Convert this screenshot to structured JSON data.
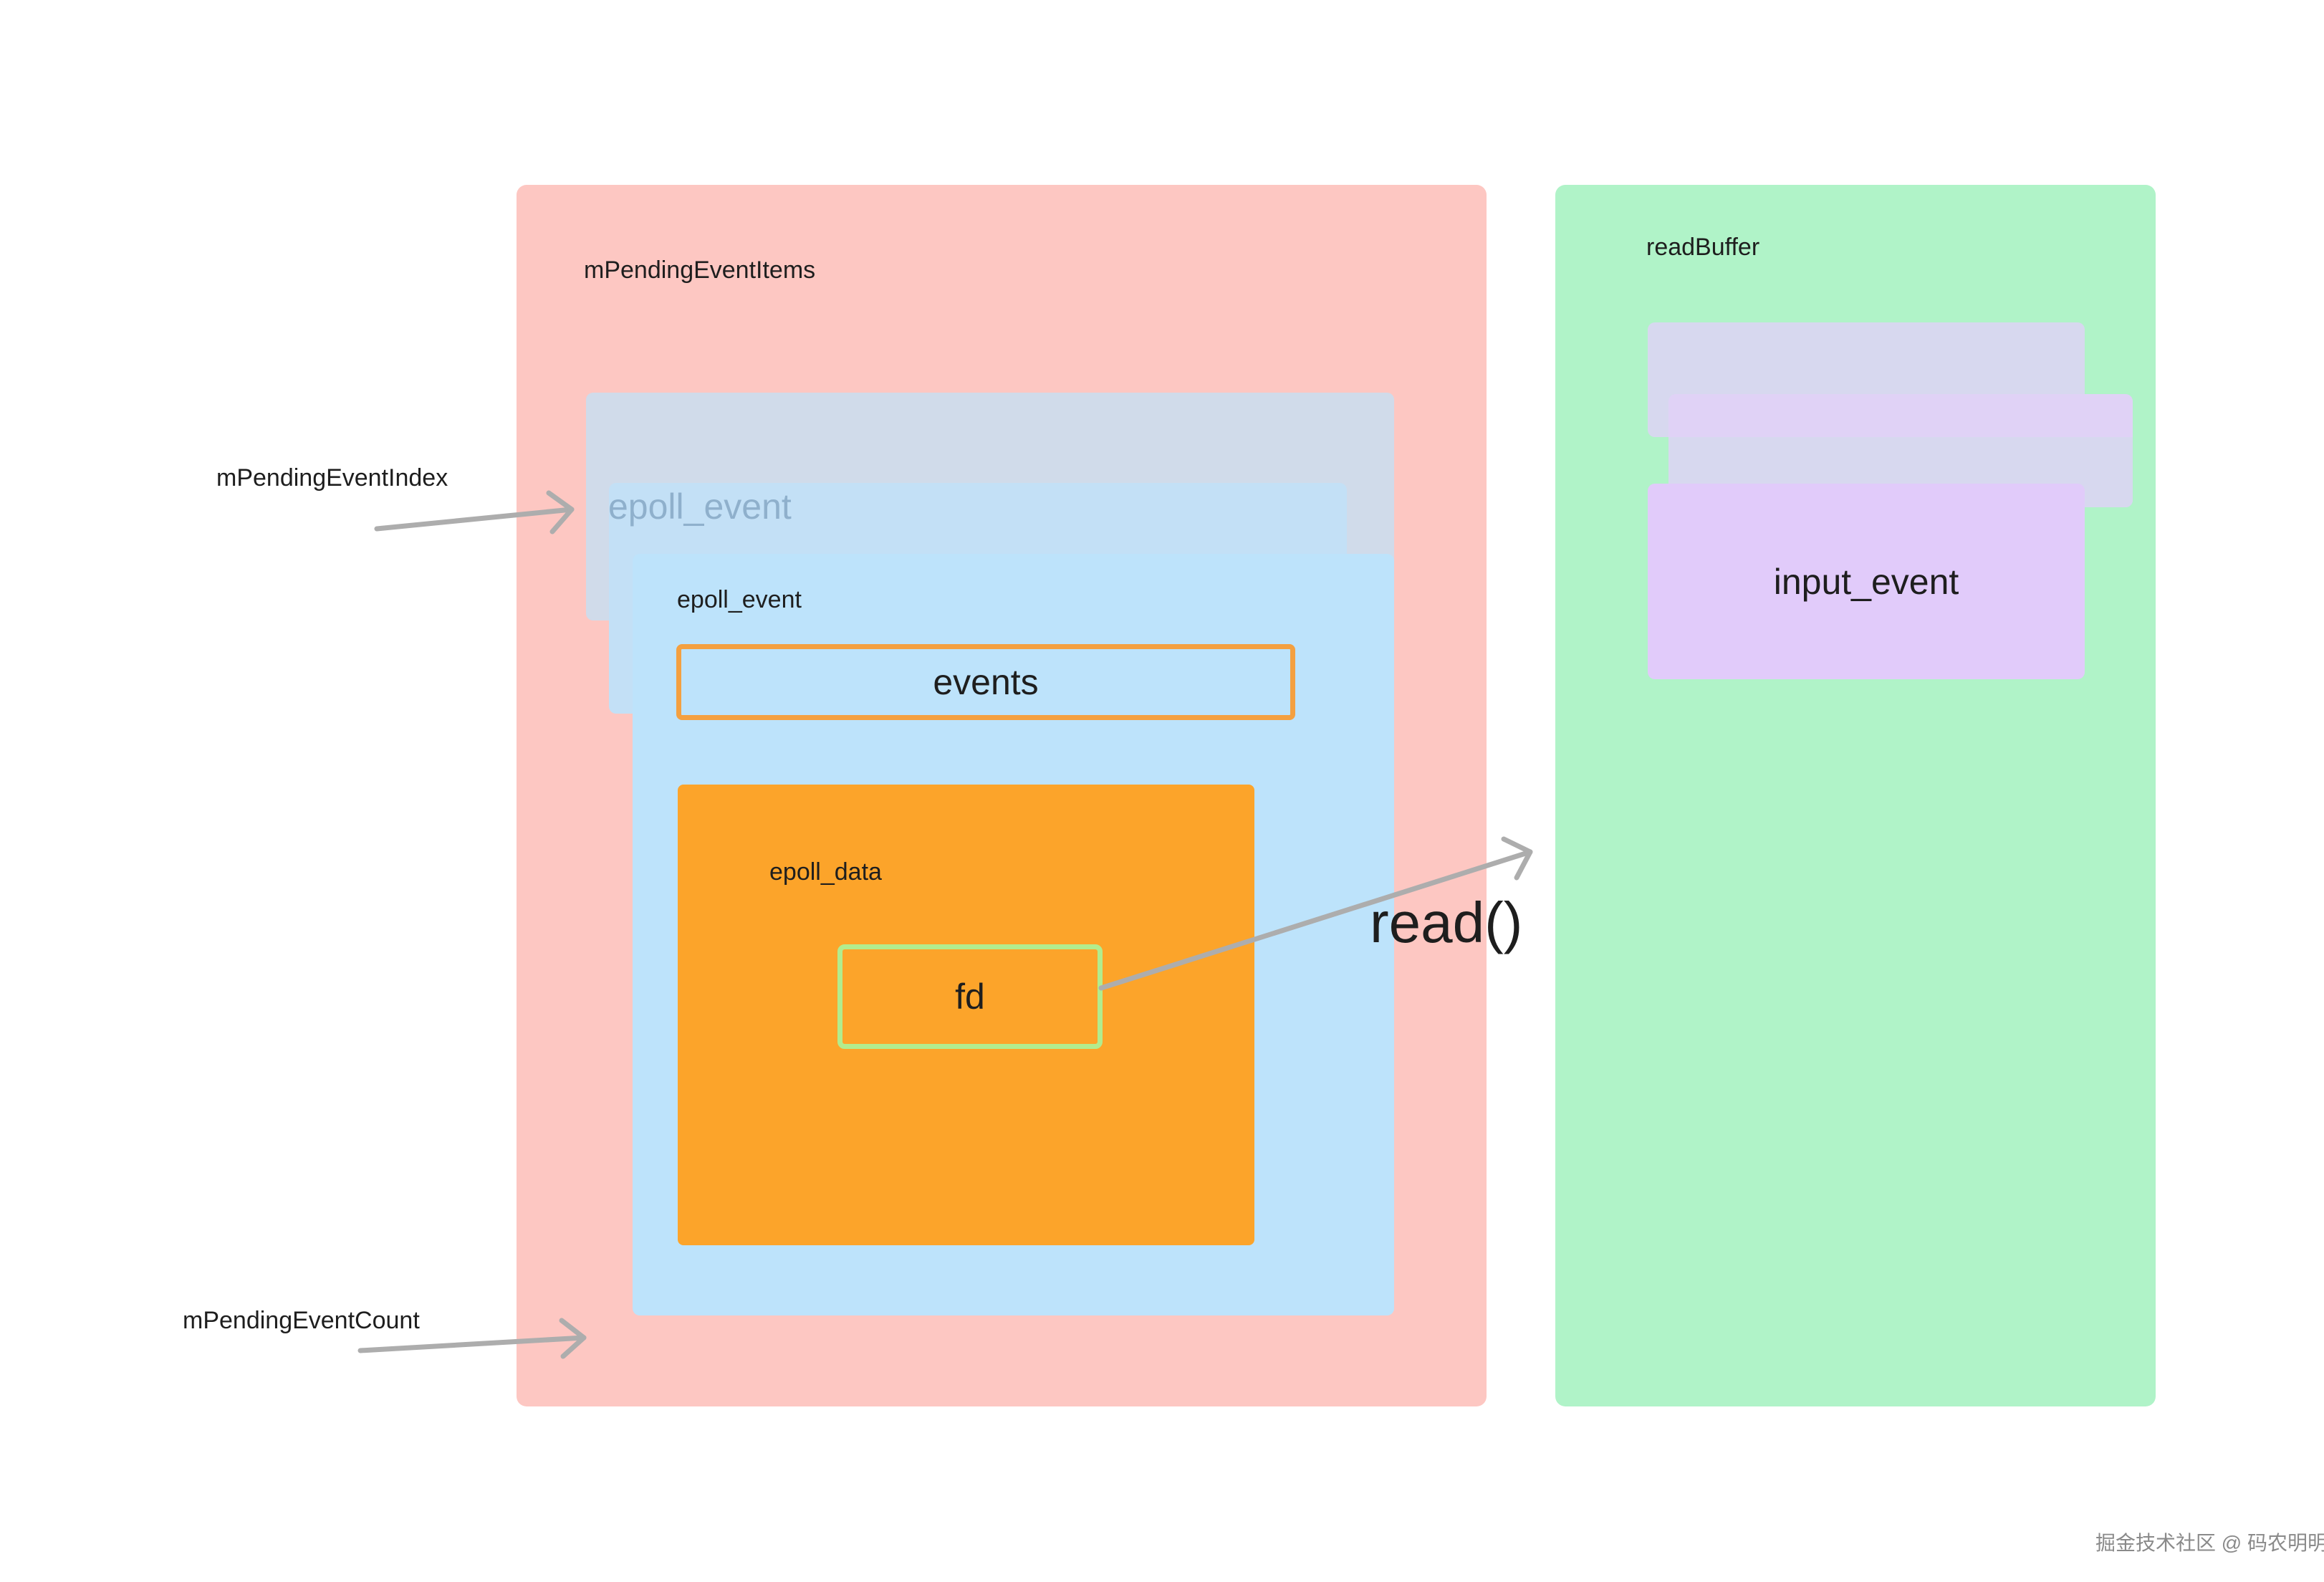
{
  "colors": {
    "pending_items_bg": "#fdc7c2",
    "read_buffer_bg": "#b0f3c8",
    "stack_back_bg": "#d0dbea",
    "stack_mid_bg": "#c3e0f6",
    "stack_front_bg": "#bde3fb",
    "epoll_data_bg": "#fca42a",
    "events_border": "#f4a040",
    "fd_border": "#b2ec8e",
    "buf_back_bg": "#d7d8ef",
    "buf_mid_bg": "#e0d2f6",
    "input_event_bg": "#e1cbfa",
    "arrow": "#adadad",
    "faded_text": "#8fb0cc"
  },
  "labels": {
    "pending_event_items": "mPendingEventItems",
    "pending_event_index": "mPendingEventIndex",
    "pending_event_count": "mPendingEventCount",
    "epoll_event_faded": "epoll_event",
    "epoll_event": "epoll_event",
    "events": "events",
    "epoll_data": "epoll_data",
    "fd": "fd",
    "read_call": "read()",
    "read_buffer": "readBuffer",
    "input_event": "input_event"
  },
  "watermark": "掘金技术社区 @ 码农明明"
}
